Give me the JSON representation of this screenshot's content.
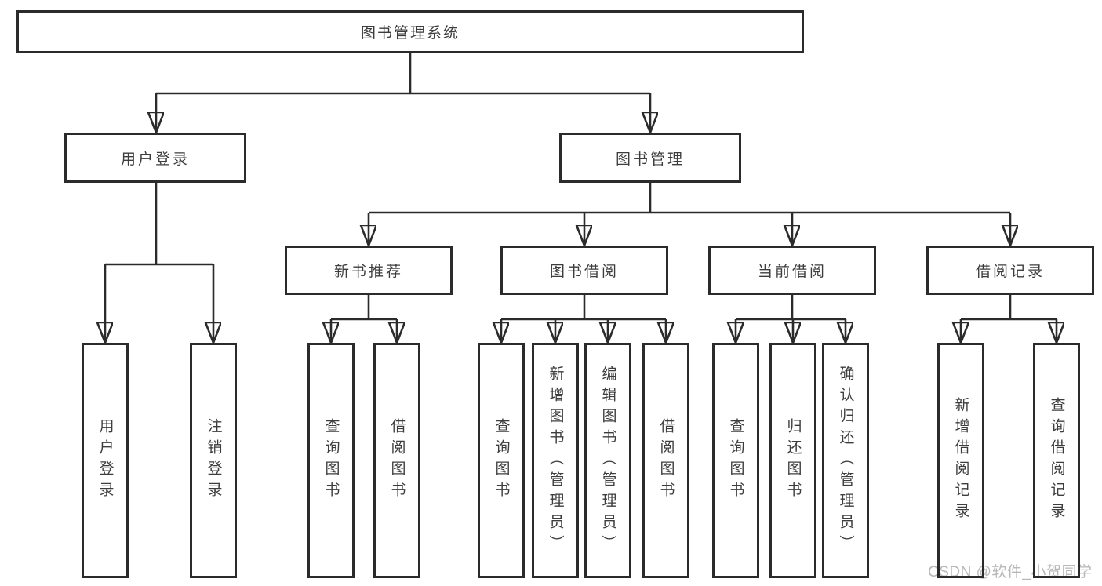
{
  "diagram": {
    "root": {
      "label": "图书管理系统"
    },
    "user_login": {
      "label": "用户登录",
      "children": {
        "login": {
          "label": "用户登录"
        },
        "logout": {
          "label": "注销登录"
        }
      }
    },
    "book_mgmt": {
      "label": "图书管理",
      "sections": {
        "new_books": {
          "label": "新书推荐",
          "children": {
            "query": {
              "label": "查询图书"
            },
            "borrow": {
              "label": "借阅图书"
            }
          }
        },
        "borrowing": {
          "label": "图书借阅",
          "children": {
            "query": {
              "label": "查询图书"
            },
            "add": {
              "label": "新增图书（管理员）"
            },
            "edit": {
              "label": "编辑图书（管理员）"
            },
            "borrow": {
              "label": "借阅图书"
            }
          }
        },
        "current": {
          "label": "当前借阅",
          "children": {
            "query": {
              "label": "查询图书"
            },
            "return": {
              "label": "归还图书"
            },
            "confirm": {
              "label": "确认归还（管理员）"
            }
          }
        },
        "records": {
          "label": "借阅记录",
          "children": {
            "add": {
              "label": "新增借阅记录"
            },
            "query": {
              "label": "查询借阅记录"
            }
          }
        }
      }
    }
  },
  "watermark": "CSDN @软件_小贺同学",
  "colors": {
    "line": "#2b2b2b",
    "text": "#3d3d3d",
    "watermark": "#b8b8b8"
  }
}
